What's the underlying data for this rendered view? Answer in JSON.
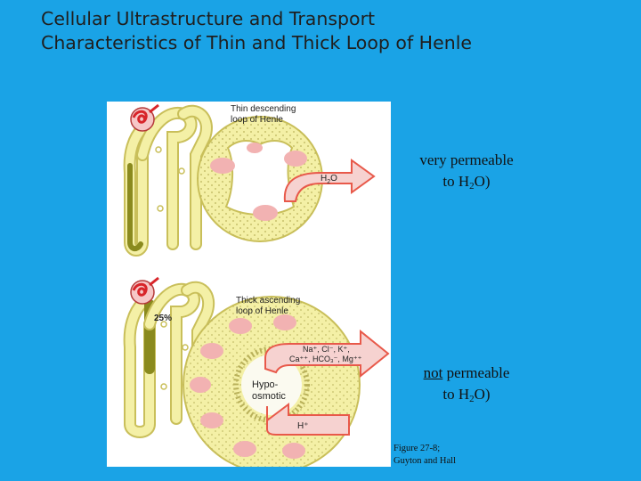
{
  "slide": {
    "title": "Cellular Ultrastructure and Transport Characteristics of Thin and Thick Loop of Henle"
  },
  "figure": {
    "thin_label_line1": "Thin descending",
    "thin_label_line2": "loop of Henle",
    "thick_label_line1": "Thick ascending",
    "thick_label_line2": "loop of Henle",
    "percent_label": "25%",
    "h2o_arrow": {
      "base": "H",
      "sub": "2",
      "tail": "O"
    },
    "ion_arrow_line1": "Na⁺, Cl⁻, K⁺,",
    "ion_arrow_line2": "Ca⁺⁺, HCO₃⁻, Mg⁺⁺",
    "lumen_line1": "Hypo-",
    "lumen_line2": "osmotic",
    "h_arrow": "H⁺",
    "citation_line1": "Figure 27-8;",
    "citation_line2": "Guyton and Hall"
  },
  "notes": {
    "thin": {
      "line1": "very permeable",
      "line2_prefix": "to H",
      "line2_sub": "2",
      "line2_suffix": "O)"
    },
    "thick": {
      "underlined": "not",
      "line1_rest": " permeable",
      "line2_prefix": "to H",
      "line2_sub": "2",
      "line2_suffix": "O)"
    }
  },
  "colors": {
    "background": "#1aa3e6",
    "tubule_fill": "#f4f0a6",
    "tubule_stroke": "#c9bf5a",
    "highlight_segment": "#8a8a1e",
    "nuclei": "#f2b2b2",
    "arrow_fill": "#f6d2d0",
    "arrow_stroke": "#e8594a",
    "glomerulus": "#d8252a"
  }
}
